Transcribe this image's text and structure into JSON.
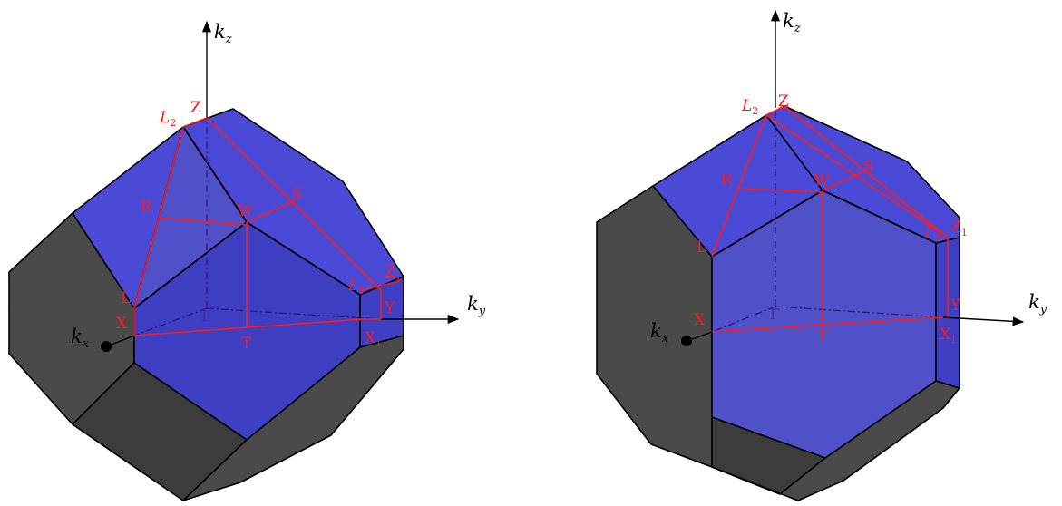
{
  "colors": {
    "face_dark": "#4a4a4a",
    "face_blue": "#4a4ad6",
    "path": "#ff1a1a",
    "hidden_axis": "#2a1a8a"
  },
  "axes": {
    "kx": {
      "main": "k",
      "sub": "x"
    },
    "ky": {
      "main": "k",
      "sub": "y"
    },
    "kz": {
      "main": "k",
      "sub": "z"
    }
  },
  "points": {
    "L2": {
      "main": "L",
      "sub": "2"
    },
    "Z": "Z",
    "R": "R",
    "W": "W",
    "S": "S",
    "L": "L",
    "L1": {
      "main": "L",
      "sub": "1"
    },
    "Z1": {
      "main": "Z",
      "sub": "1"
    },
    "Y": "Y",
    "X": "X",
    "Gamma": "Γ",
    "T": "T",
    "X1": {
      "main": "X",
      "sub": "1"
    }
  },
  "figures": [
    "left-brillouin-zone",
    "right-brillouin-zone"
  ]
}
